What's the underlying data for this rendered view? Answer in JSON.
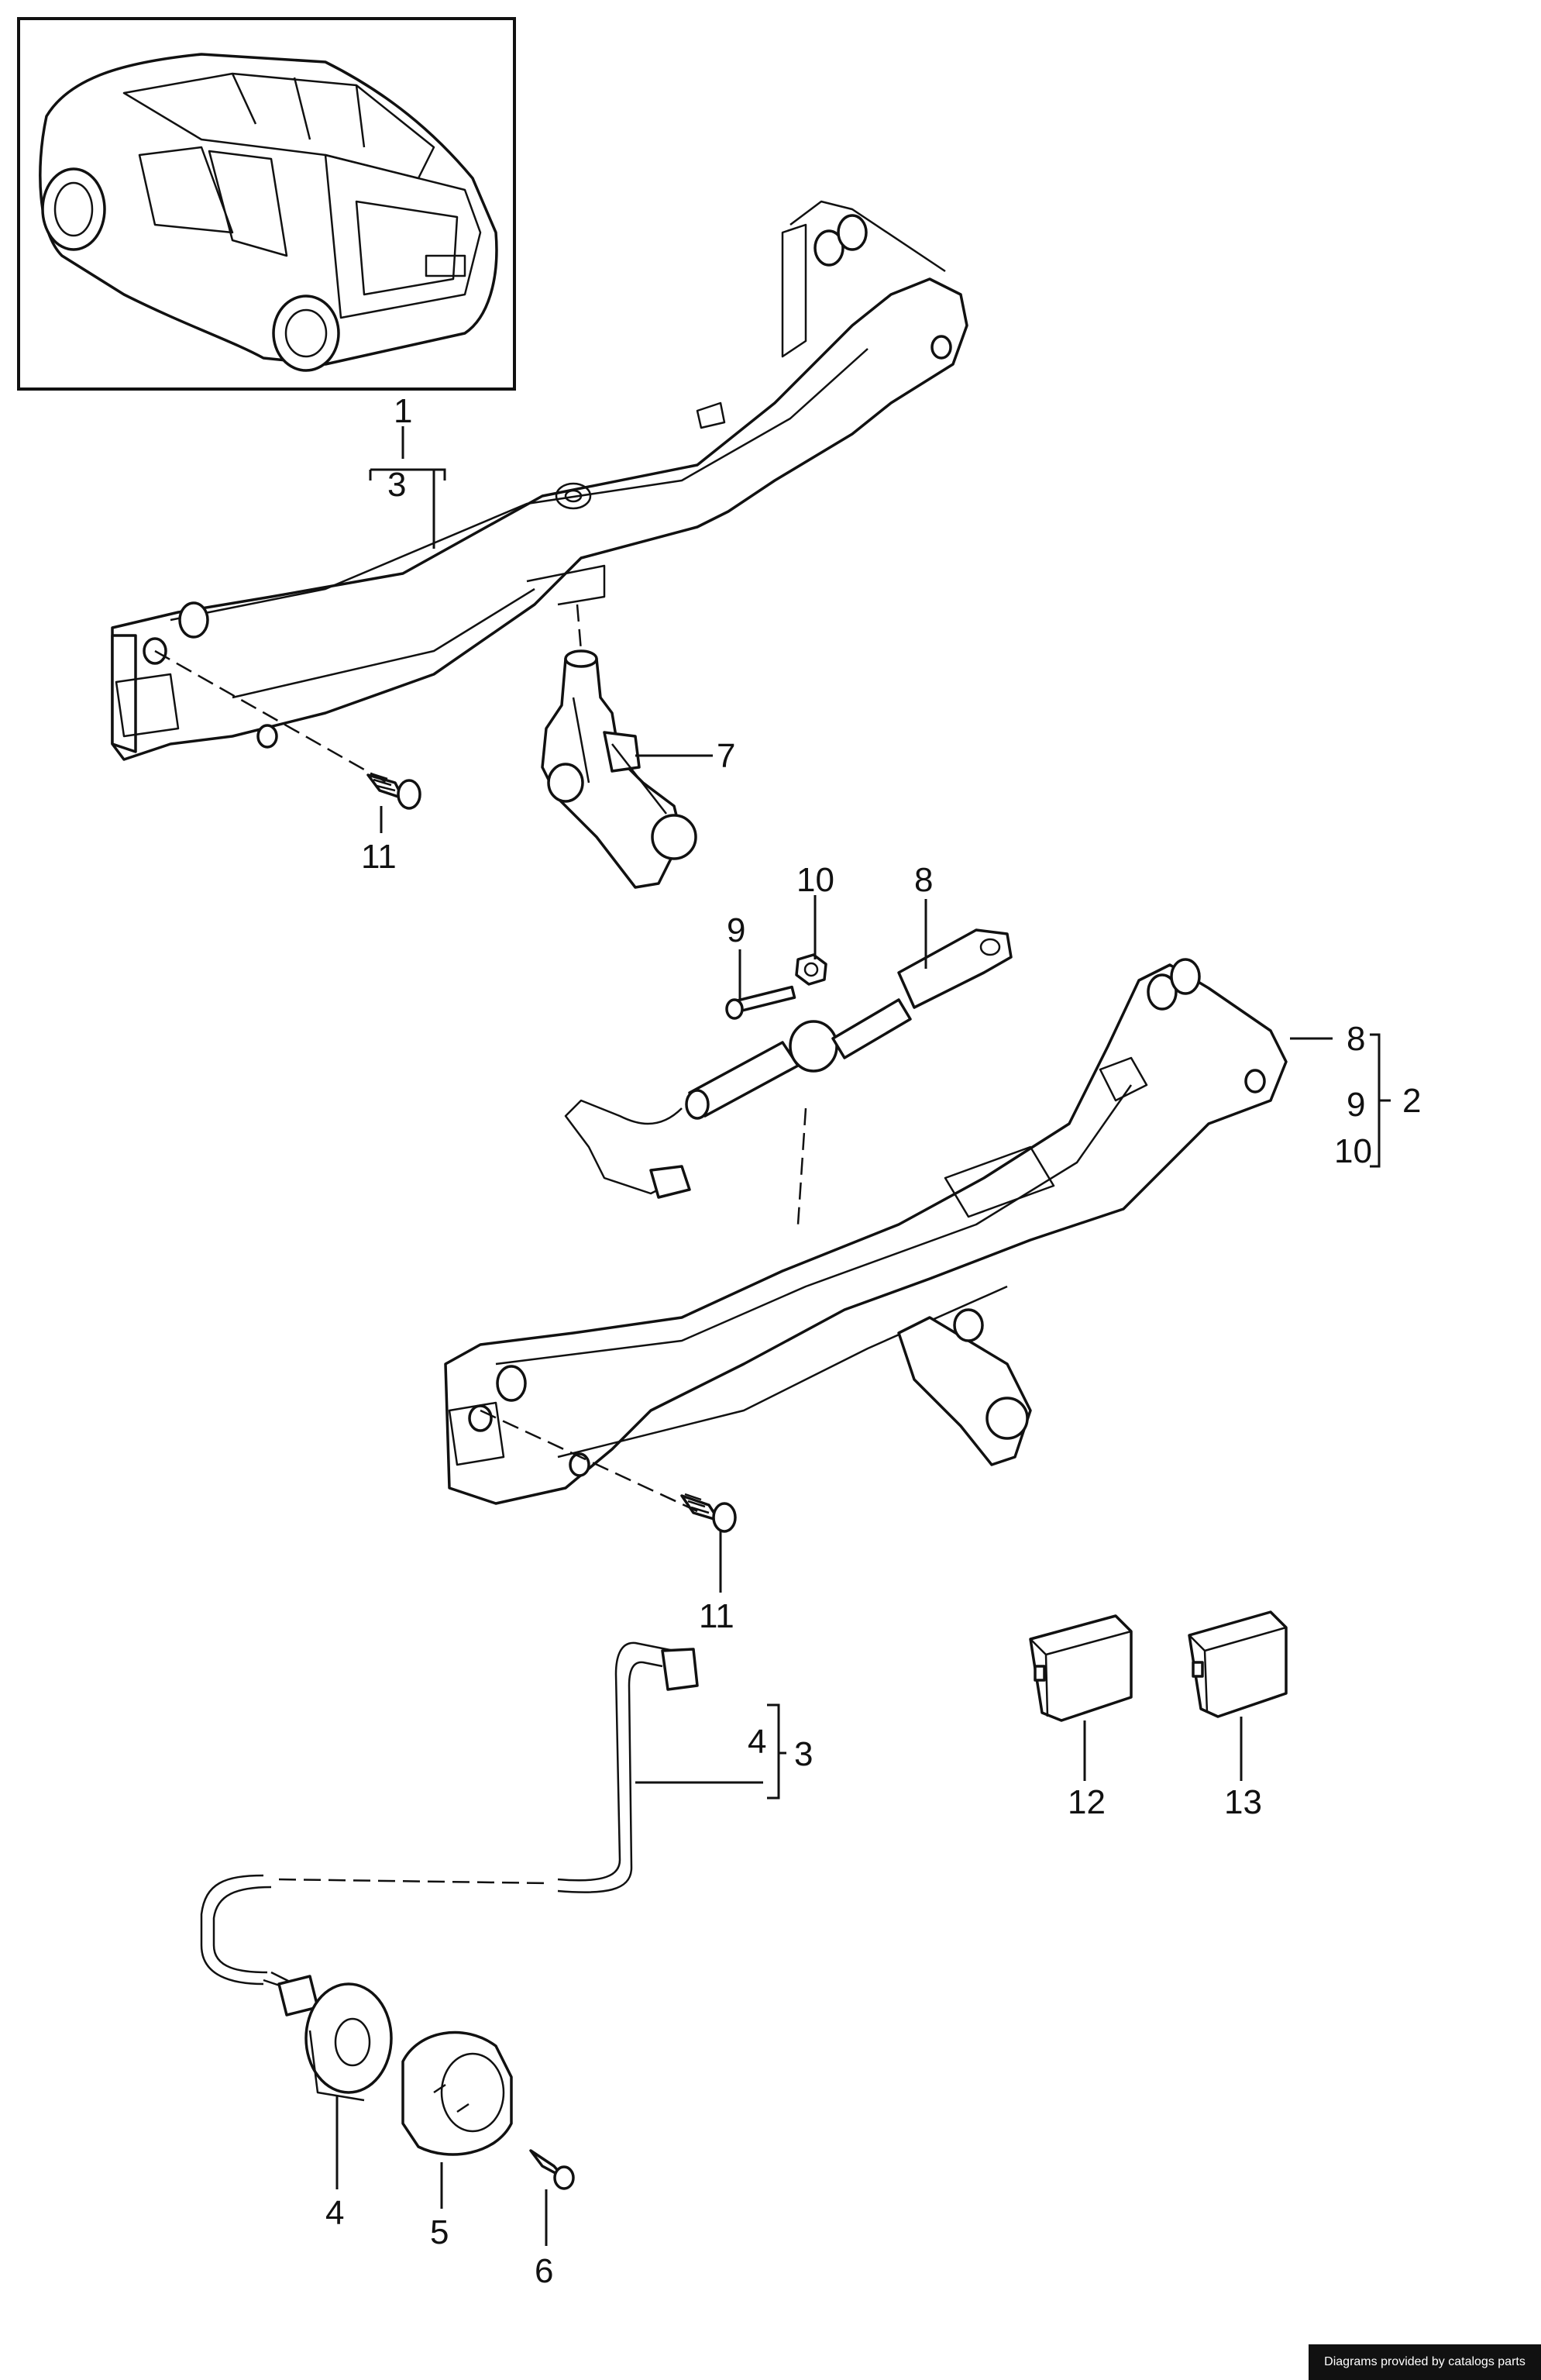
{
  "labels": {
    "l1": "1",
    "l3a": "3",
    "l7": "7",
    "l11a": "11",
    "l10": "10",
    "l9": "9",
    "l8": "8",
    "l8b": "8",
    "l9b": "9",
    "l10b": "10",
    "l2": "2",
    "l11b": "11",
    "l4a": "4",
    "l3b": "3",
    "l12": "12",
    "l13": "13",
    "l4b": "4",
    "l5": "5",
    "l6": "6"
  },
  "credit": "Diagrams provided by catalogs parts"
}
